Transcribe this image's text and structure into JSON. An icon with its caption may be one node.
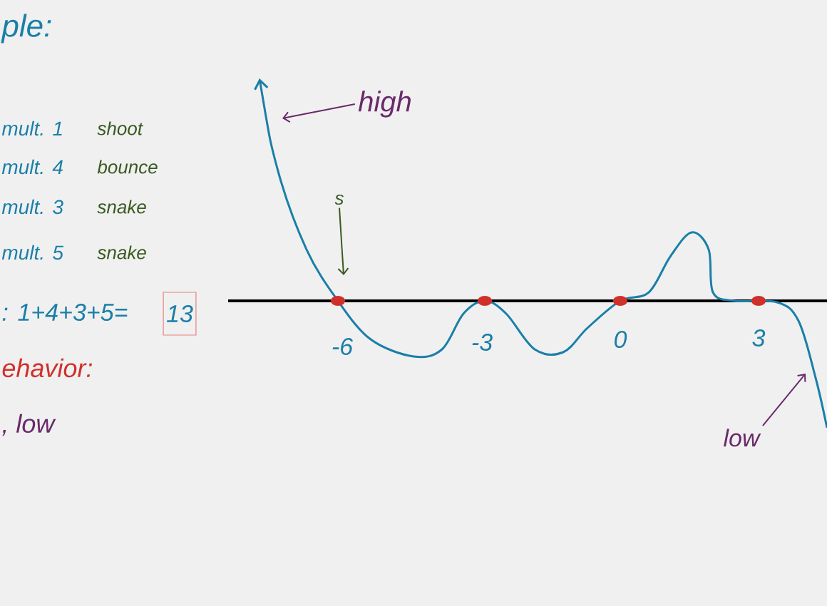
{
  "diagram": {
    "nodes": [
      {
        "text": [
          "13"
        ]
      },
      {
        "text": [
          "high"
        ]
      },
      {
        "text": [
          "s"
        ]
      },
      {
        "text": [
          "low"
        ]
      }
    ],
    "edges": [
      {
        "from": 1,
        "to": null,
        "arrow": "to"
      },
      {
        "from": 2,
        "to": null,
        "arrow": "to"
      },
      {
        "from": 3,
        "to": null,
        "arrow": "to"
      }
    ],
    "labels": [
      "ple:",
      "mult. 1",
      "shoot",
      "mult. 4",
      "bounce",
      "mult. 3",
      "snake",
      "mult. 5",
      "snake",
      ": 1+4+3+5=",
      "ehavior:",
      ", low",
      "-6",
      "-3",
      "0",
      "3"
    ]
  }
}
